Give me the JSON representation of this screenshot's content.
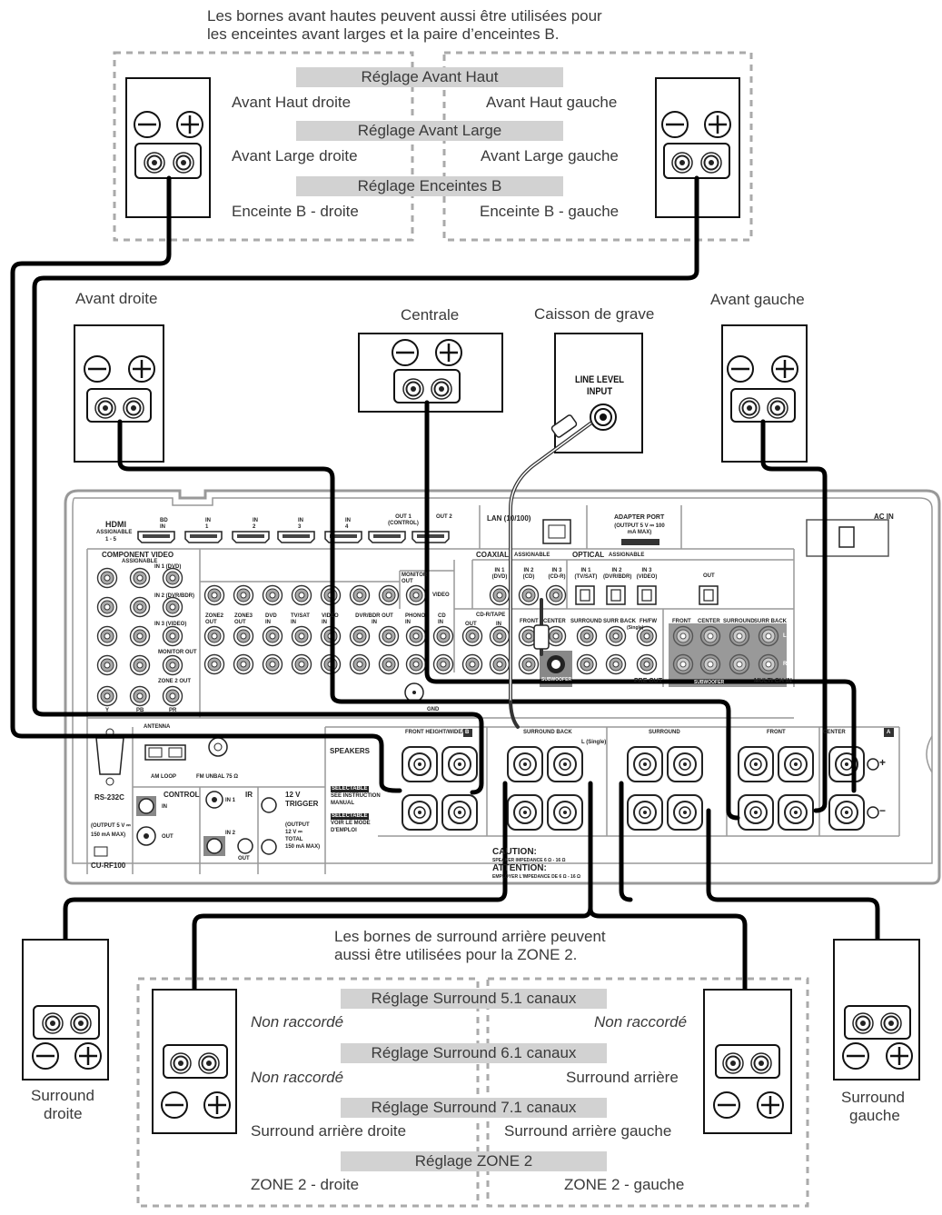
{
  "notes": {
    "top_line1": "Les bornes avant hautes peuvent aussi être utilisées pour",
    "top_line2": "les enceintes avant larges et la paire d’enceintes B.",
    "bottom_line1": "Les bornes de surround arrière peuvent",
    "bottom_line2": "aussi être utilisées pour la ZONE 2."
  },
  "top_group": {
    "bar1": "Réglage Avant Haut",
    "fh_right": "Avant Haut droite",
    "fh_left": "Avant Haut gauche",
    "bar2": "Réglage Avant Large",
    "fw_right": "Avant Large droite",
    "fw_left": "Avant Large gauche",
    "bar3": "Réglage Enceintes B",
    "b_right": "Enceinte B - droite",
    "b_left": "Enceinte B - gauche"
  },
  "speakers": {
    "front_right": "Avant droite",
    "center": "Centrale",
    "subwoofer": "Caisson de grave",
    "front_left": "Avant gauche",
    "surround_right_1": "Surround",
    "surround_right_2": "droite",
    "surround_left_1": "Surround",
    "surround_left_2": "gauche",
    "line_level_1": "LINE LEVEL",
    "line_level_2": "INPUT"
  },
  "bottom_group": {
    "bar1": "Réglage Surround 5.1 canaux",
    "r1_left": "Non raccordé",
    "r1_right": "Non raccordé",
    "bar2": "Réglage Surround 6.1 canaux",
    "r2_left": "Non raccordé",
    "r2_right": "Surround arrière",
    "bar3": "Réglage Surround 7.1 canaux",
    "r3_left": "Surround arrière droite",
    "r3_right": "Surround arrière gauche",
    "bar4": "Réglage ZONE 2",
    "r4_left": "ZONE 2 - droite",
    "r4_right": "ZONE 2 - gauche"
  },
  "panel": {
    "hdmi": "HDMI",
    "assignable": "ASSIGNABLE",
    "hdmi_range": "1 - 5",
    "bd_in": "BD IN",
    "in1": "IN 1",
    "in2": "IN 2",
    "in3": "IN 3",
    "in4": "IN 4",
    "out1": "OUT 1 (CONTROL)",
    "out2": "OUT 2",
    "lan": "LAN (10/100)",
    "adapter_port": "ADAPTER PORT",
    "adapter_spec": "(OUTPUT 5 V ⎓ 100 mA MAX)",
    "ac_in": "AC IN",
    "component_video": "COMPONENT VIDEO",
    "comp_assignable": "ASSIGNABLE",
    "comp_in1": "IN 1 (DVD)",
    "comp_in2": "IN 2 (DVR/BDR)",
    "comp_in3": "IN 3 (VIDEO)",
    "monitor_out": "MONITOR OUT",
    "zone2_out": "ZONE 2 OUT",
    "y": "Y",
    "pb": "PB",
    "pr": "PR",
    "coaxial": "COAXIAL",
    "coax_assignable": "ASSIGNABLE",
    "coax_in1": "IN 1 (DVD)",
    "coax_in2": "IN 2 (CD)",
    "coax_in3": "IN 3 (CD-R)",
    "optical": "OPTICAL",
    "opt_assignable": "ASSIGNABLE",
    "opt_in1": "IN 1 (TV/SAT)",
    "opt_in2": "IN 2 (DVR/BDR)",
    "opt_in3": "IN 3 (VIDEO)",
    "opt_out": "OUT",
    "monitor_out2": "MONITOR OUT",
    "video": "VIDEO",
    "zone2_out2": "ZONE2 OUT",
    "zone3_out": "ZONE3 OUT",
    "dvd_in": "DVD IN",
    "tvsat_in": "TV/SAT IN",
    "video_in": "VIDEO IN",
    "dvrbdr": "DVR/BDR OUT IN",
    "phono_in": "PHONO IN",
    "cd_in": "CD IN",
    "cdr_tape": "CD-R/TAPE",
    "cdr_out": "OUT",
    "cdr_in": "IN",
    "pre_front": "FRONT",
    "pre_center": "CENTER",
    "pre_surround": "SURROUND",
    "pre_surr_back": "SURR BACK",
    "pre_fhfw": "FH/FW",
    "single": "(Single)",
    "subwoofer": "SUBWOOFER",
    "pre_out": "PRE OUT",
    "multi_front": "FRONT",
    "multi_center": "CENTER",
    "multi_surround": "SURROUND",
    "multi_surr_back": "SURR BACK",
    "multi_sub": "SUBWOOFER",
    "multi_ch_in": "MULTI CH IN",
    "l": "L",
    "r": "R",
    "fh_wide": "FRONT HEIGHT/WIDE/",
    "fh_b": "B",
    "surround_back": "SURROUND BACK",
    "surround": "SURROUND",
    "front": "FRONT",
    "center": "CENTER",
    "a": "A",
    "l_single": "L (Single)",
    "speakers": "SPEAKERS",
    "selectable": "SELECTABLE",
    "see_manual_1": "SEE INSTRUCTION",
    "see_manual_2": "MANUAL",
    "selectable_fr": "SELECTABLE",
    "voir_1": "VOIR LE MODE",
    "voir_2": "D'EMPLOI",
    "caution": "CAUTION:",
    "caution_text": "SPEAKER IMPEDANCE 6 Ω - 16 Ω",
    "attention": "ATTENTION:",
    "attention_text": "EMPLOYER L'IMPEDANCE DE 6 Ω - 16 Ω",
    "rs232c": "RS-232C",
    "antenna": "ANTENNA",
    "am_loop": "AM LOOP",
    "fm_unbal": "FM UNBAL 75 Ω",
    "control": "CONTROL",
    "control_in": "IN",
    "control_out": "OUT",
    "ir": "IR",
    "ir_in1": "IN 1",
    "ir_in2": "IN 2",
    "ir_out": "OUT",
    "trigger_1": "12 V",
    "trigger_2": "TRIGGER",
    "trigger_spec_1": "(OUTPUT",
    "trigger_spec_2": "12 V ⎓",
    "trigger_spec_3": "TOTAL",
    "trigger_spec_4": "150 mA MAX)",
    "cu_spec_1": "(OUTPUT 5 V ⎓",
    "cu_spec_2": "150 mA MAX)",
    "cu_rf100": "CU-RF100",
    "gnd": "GND",
    "plus": "+",
    "minus": "−"
  }
}
